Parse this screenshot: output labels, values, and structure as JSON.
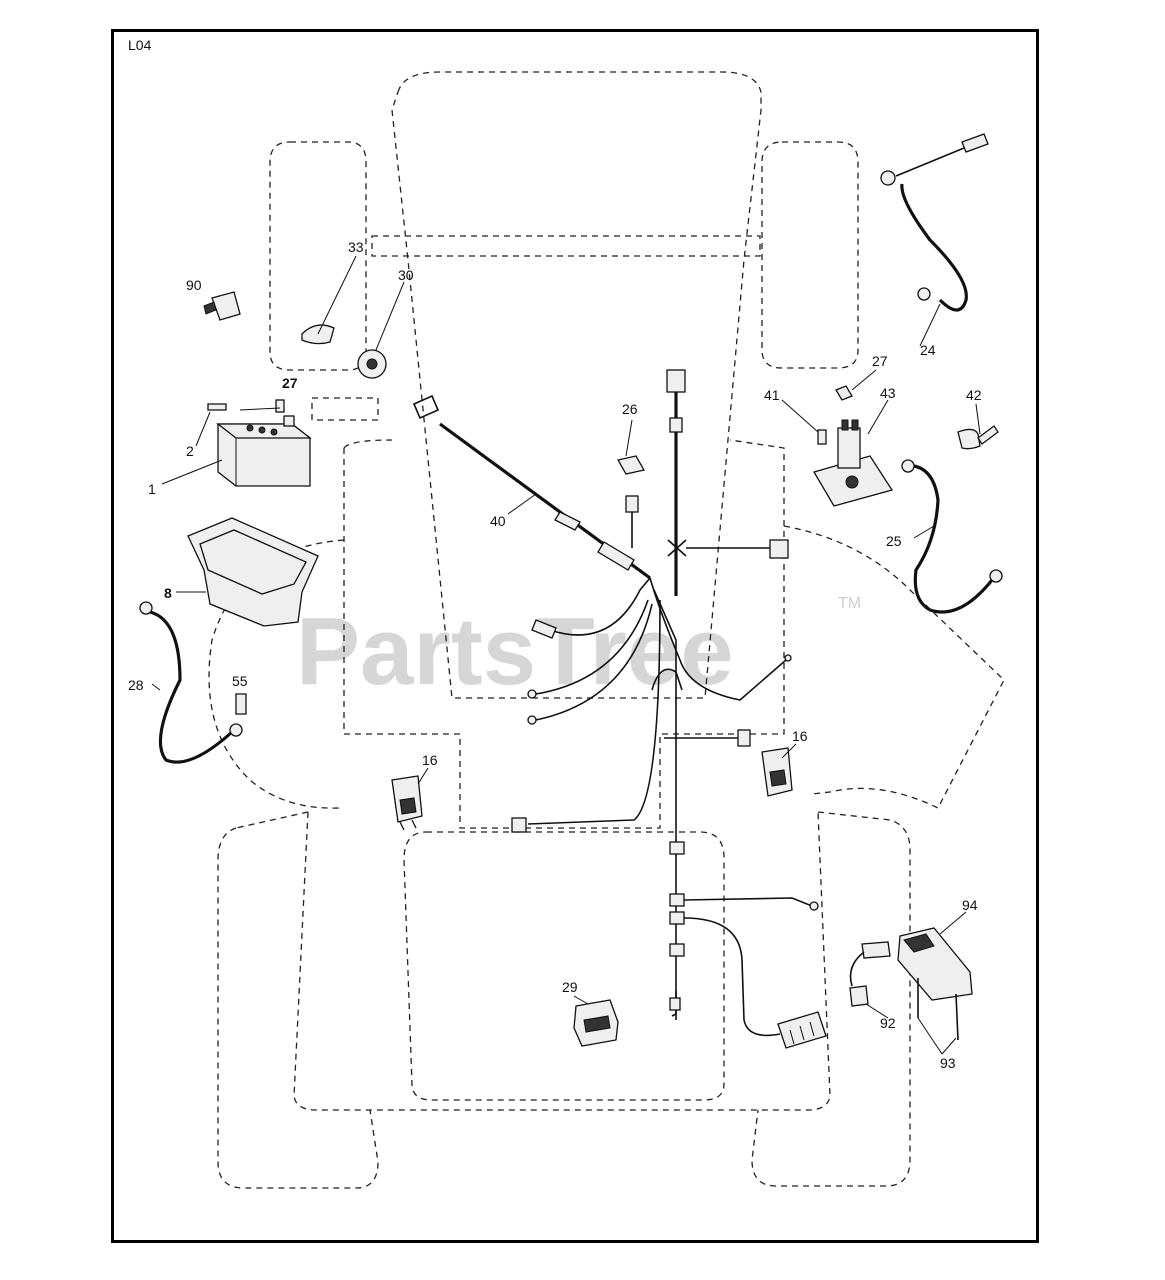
{
  "diagram_code": "L04",
  "watermark": {
    "text": "PartsTree",
    "trademark": "TM"
  },
  "callouts": [
    {
      "id": "c1",
      "label": "1"
    },
    {
      "id": "c2",
      "label": "2"
    },
    {
      "id": "c8",
      "label": "8"
    },
    {
      "id": "c16a",
      "label": "16"
    },
    {
      "id": "c16b",
      "label": "16"
    },
    {
      "id": "c24",
      "label": "24"
    },
    {
      "id": "c25",
      "label": "25"
    },
    {
      "id": "c26",
      "label": "26"
    },
    {
      "id": "c27a",
      "label": "27"
    },
    {
      "id": "c27b",
      "label": "27"
    },
    {
      "id": "c28",
      "label": "28"
    },
    {
      "id": "c29",
      "label": "29"
    },
    {
      "id": "c30",
      "label": "30"
    },
    {
      "id": "c33",
      "label": "33"
    },
    {
      "id": "c40",
      "label": "40"
    },
    {
      "id": "c41",
      "label": "41"
    },
    {
      "id": "c42",
      "label": "42"
    },
    {
      "id": "c43",
      "label": "43"
    },
    {
      "id": "c55",
      "label": "55"
    },
    {
      "id": "c90",
      "label": "90"
    },
    {
      "id": "c92",
      "label": "92"
    },
    {
      "id": "c93",
      "label": "93"
    },
    {
      "id": "c94",
      "label": "94"
    }
  ]
}
